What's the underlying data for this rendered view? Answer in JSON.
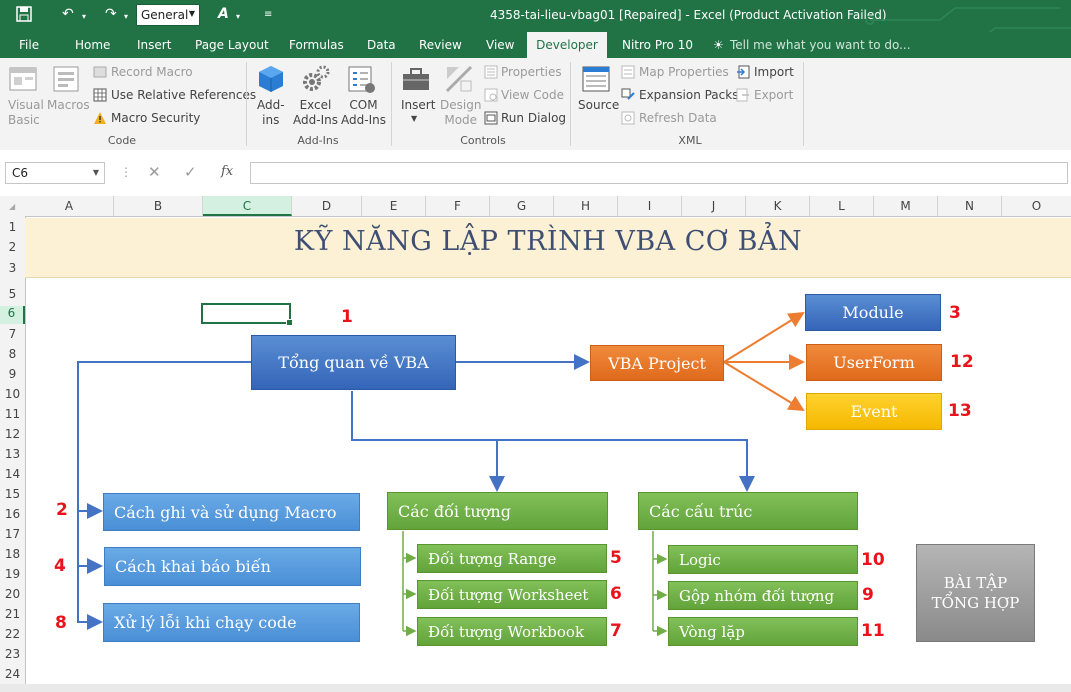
{
  "window": {
    "title": "4358-tai-lieu-vbag01 [Repaired] - Excel (Product Activation Failed)",
    "number_format": "General"
  },
  "tabs": [
    "File",
    "Home",
    "Insert",
    "Page Layout",
    "Formulas",
    "Data",
    "Review",
    "View",
    "Developer",
    "Nitro Pro 10"
  ],
  "tell_me": "Tell me what you want to do...",
  "ribbon": {
    "code": {
      "label": "Code",
      "visual_basic": [
        "Visual",
        "Basic"
      ],
      "macros": "Macros",
      "record_macro": "Record Macro",
      "use_relative": "Use Relative References",
      "macro_security": "Macro Security"
    },
    "addins": {
      "label": "Add-Ins",
      "addins": [
        "Add-",
        "ins"
      ],
      "excel_addins": [
        "Excel",
        "Add-Ins"
      ],
      "com_addins": [
        "COM",
        "Add-Ins"
      ]
    },
    "controls": {
      "label": "Controls",
      "insert": "Insert",
      "design_mode": [
        "Design",
        "Mode"
      ],
      "properties": "Properties",
      "view_code": "View Code",
      "run_dialog": "Run Dialog"
    },
    "xml": {
      "label": "XML",
      "source": "Source",
      "map_properties": "Map Properties",
      "expansion_packs": "Expansion Packs",
      "refresh_data": "Refresh Data",
      "import": "Import",
      "export": "Export"
    }
  },
  "formula_bar": {
    "name_box": "C6",
    "fx": "fx",
    "content": ""
  },
  "grid": {
    "columns": [
      "A",
      "B",
      "C",
      "D",
      "E",
      "F",
      "G",
      "H",
      "I",
      "J",
      "K",
      "L",
      "M",
      "N",
      "O"
    ],
    "rows": [
      "1",
      "2",
      "3",
      "5",
      "6",
      "7",
      "8",
      "9",
      "10",
      "11",
      "12",
      "13",
      "14",
      "15",
      "16",
      "17",
      "18",
      "19",
      "20",
      "21",
      "22",
      "23",
      "24"
    ]
  },
  "sheet": {
    "title": "KỸ NĂNG LẬP TRÌNH VBA CƠ BẢN",
    "overview": {
      "label": "Tổng quan về VBA",
      "num": "1"
    },
    "vba_project": {
      "label": "VBA Project"
    },
    "module": {
      "label": "Module",
      "num": "3"
    },
    "userform": {
      "label": "UserForm",
      "num": "12"
    },
    "event": {
      "label": "Event",
      "num": "13"
    },
    "left_items": [
      {
        "label": "Cách ghi và sử dụng Macro",
        "num": "2"
      },
      {
        "label": "Cách khai báo biến",
        "num": "4"
      },
      {
        "label": "Xử lý lỗi khi chạy code",
        "num": "8"
      }
    ],
    "objects": {
      "label": "Các đối tượng",
      "items": [
        {
          "label": "Đối tượng Range",
          "num": "5"
        },
        {
          "label": "Đối tượng Worksheet",
          "num": "6"
        },
        {
          "label": "Đối tượng Workbook",
          "num": "7"
        }
      ]
    },
    "structures": {
      "label": "Các cấu trúc",
      "items": [
        {
          "label": "Logic",
          "num": "10"
        },
        {
          "label": "Gộp nhóm đối tượng",
          "num": "9"
        },
        {
          "label": "Vòng lặp",
          "num": "11"
        }
      ]
    },
    "exercise": {
      "line1": "BÀI TẬP",
      "line2": "TỔNG HỢP"
    }
  },
  "colors": {
    "excel_green": "#217346",
    "title_band": "#fcf0d5",
    "blue_box": "#3f72c2",
    "orange_box": "#ed7d31",
    "yellow_box": "#ffc000",
    "green_box": "#70ad47",
    "number_red": "#e8131b"
  }
}
